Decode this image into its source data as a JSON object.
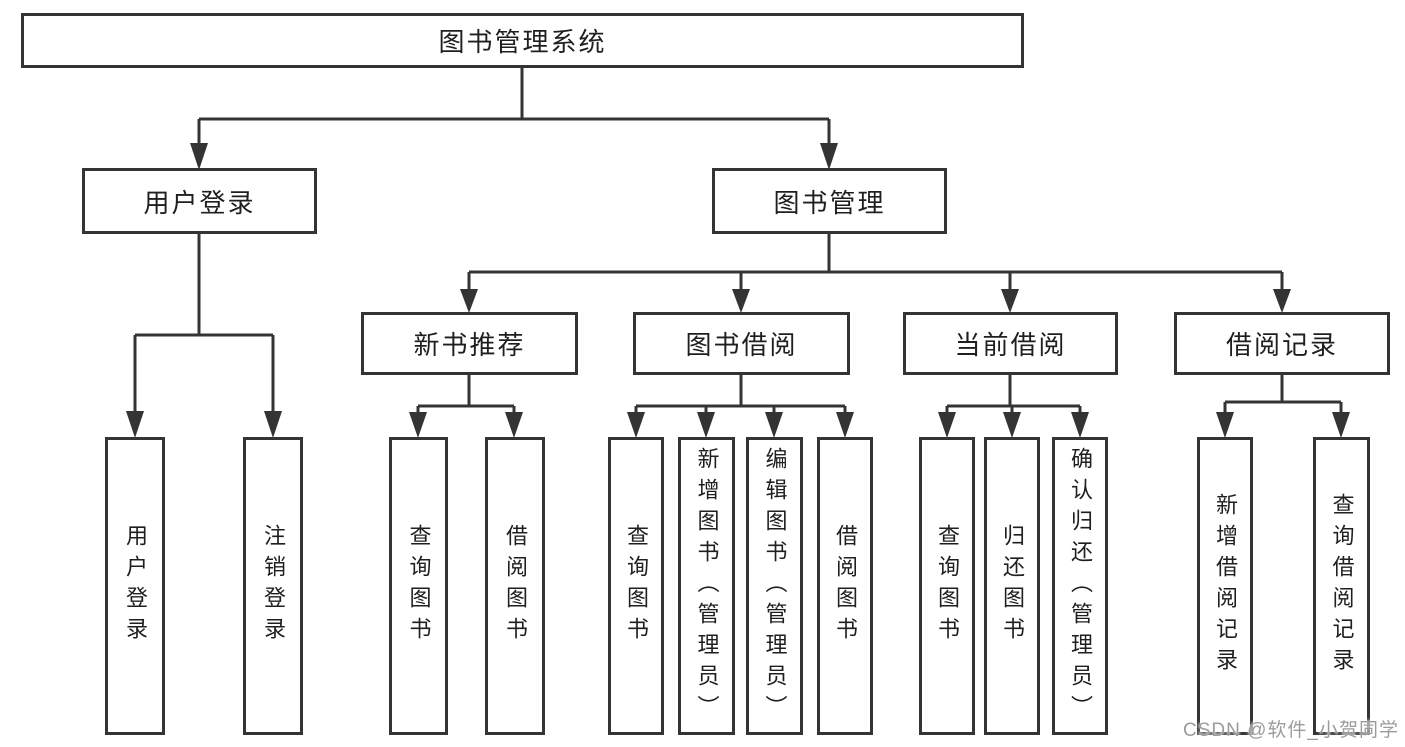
{
  "diagram": {
    "root": {
      "label": "图书管理系统"
    },
    "branches": [
      {
        "label": "用户登录",
        "children": [
          {
            "label": "用户登录"
          },
          {
            "label": "注销登录"
          }
        ]
      },
      {
        "label": "图书管理",
        "children": [
          {
            "label": "新书推荐",
            "children": [
              {
                "label": "查询图书"
              },
              {
                "label": "借阅图书"
              }
            ]
          },
          {
            "label": "图书借阅",
            "children": [
              {
                "label": "查询图书"
              },
              {
                "label": "新增图书（管理员）"
              },
              {
                "label": "编辑图书（管理员）"
              },
              {
                "label": "借阅图书"
              }
            ]
          },
          {
            "label": "当前借阅",
            "children": [
              {
                "label": "查询图书"
              },
              {
                "label": "归还图书"
              },
              {
                "label": "确认归还（管理员）"
              }
            ]
          },
          {
            "label": "借阅记录",
            "children": [
              {
                "label": "新增借阅记录"
              },
              {
                "label": "查询借阅记录"
              }
            ]
          }
        ]
      }
    ]
  },
  "watermark": {
    "text": "CSDN @软件_小贺同学"
  },
  "colors": {
    "line": "#343434",
    "box_border": "#343434",
    "box_fill": "#ffffff",
    "text": "#1f1f1f",
    "watermark": "#9c9c9c",
    "background": "#ffffff"
  }
}
